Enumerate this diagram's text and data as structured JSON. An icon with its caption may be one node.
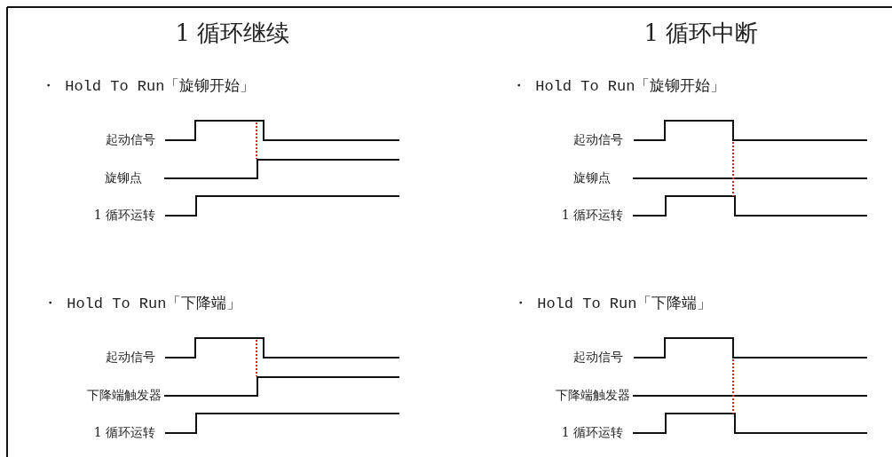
{
  "diagram": {
    "labels": [
      "1 循环继续",
      "1 循环中断",
      "・ Hold To Run「旋铆开始」",
      "・ Hold To Run「旋铆开始」",
      "起动信号",
      "起动信号",
      "旋铆点",
      "旋铆点",
      "1 循环运转",
      "1 循环运转",
      "・ Hold To Run「下降端」",
      "・ Hold To Run「下降端」",
      "起动信号",
      "起动信号",
      "下降端触发器",
      "下降端触发器",
      "1 循环运转",
      "1 循环运转"
    ]
  }
}
